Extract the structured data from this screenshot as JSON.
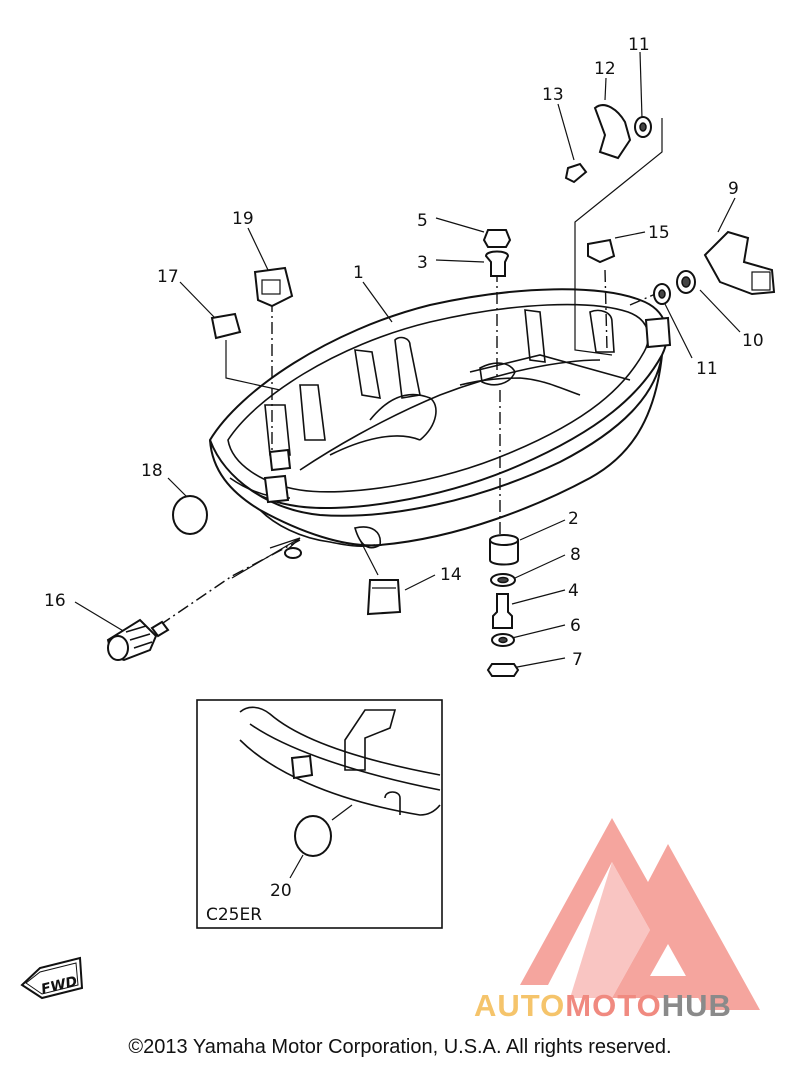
{
  "diagram": {
    "labels": [
      {
        "id": "p1",
        "text": "1"
      },
      {
        "id": "p2",
        "text": "2"
      },
      {
        "id": "p3",
        "text": "3"
      },
      {
        "id": "p4",
        "text": "4"
      },
      {
        "id": "p5",
        "text": "5"
      },
      {
        "id": "p6",
        "text": "6"
      },
      {
        "id": "p7",
        "text": "7"
      },
      {
        "id": "p8",
        "text": "8"
      },
      {
        "id": "p9",
        "text": "9"
      },
      {
        "id": "p10",
        "text": "10"
      },
      {
        "id": "p11a",
        "text": "11"
      },
      {
        "id": "p11b",
        "text": "11"
      },
      {
        "id": "p12",
        "text": "12"
      },
      {
        "id": "p13",
        "text": "13"
      },
      {
        "id": "p14",
        "text": "14"
      },
      {
        "id": "p15",
        "text": "15"
      },
      {
        "id": "p16",
        "text": "16"
      },
      {
        "id": "p17",
        "text": "17"
      },
      {
        "id": "p18",
        "text": "18"
      },
      {
        "id": "p19",
        "text": "19"
      },
      {
        "id": "p20",
        "text": "20"
      }
    ],
    "inset_label": "C25ER",
    "fwd_label": "FWD"
  },
  "watermark": {
    "part1": "AUTO",
    "part2": "MOTO",
    "part3": "HUB",
    "colors": {
      "auto": "#f5c46b",
      "moto": "#f08a80",
      "hub": "#8a8a8a",
      "triangle": "#f07a70"
    }
  },
  "footer": {
    "copyright": "©2013 Yamaha Motor Corporation, U.S.A. All rights reserved."
  }
}
